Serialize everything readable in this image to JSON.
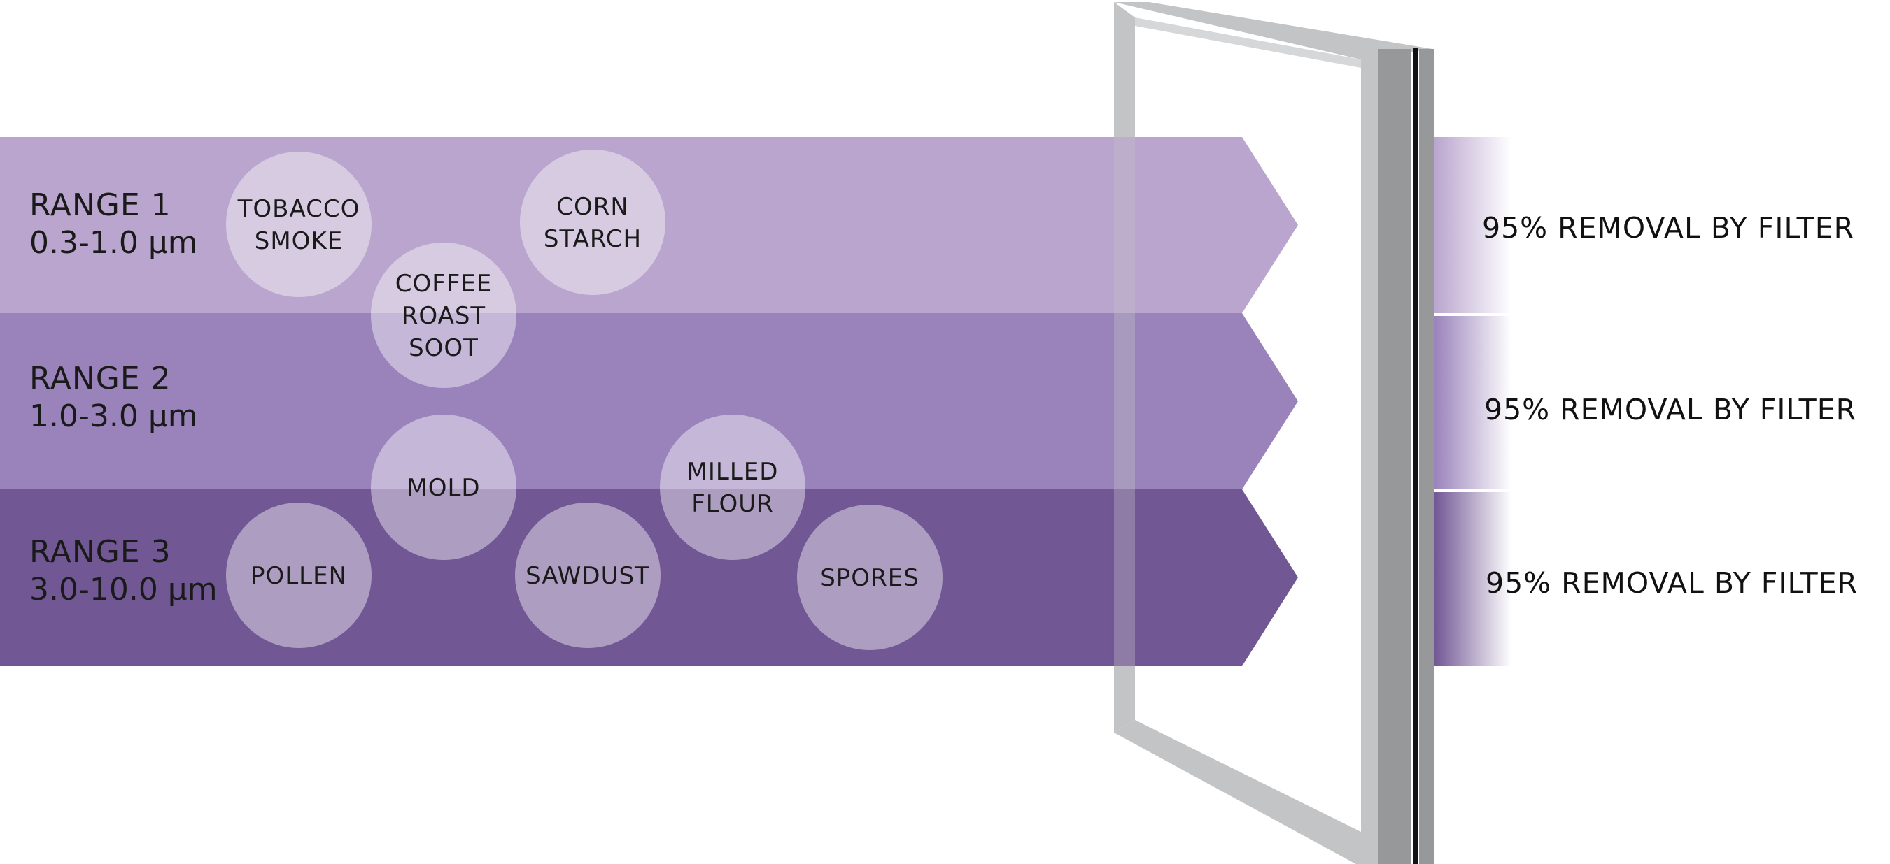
{
  "colors": {
    "band_1": "#baa5ce",
    "band_2": "#9a83bb",
    "band_3": "#725795",
    "circle_light": "#ffffff",
    "frame_light": "#c3c4c6",
    "frame_dark": "#97989a",
    "frame_black": "#111111",
    "text": "#1a1a1a"
  },
  "ranges": [
    {
      "name": "RANGE 1",
      "size": "0.3-1.0 µm",
      "removal": "95% REMOVAL BY FILTER"
    },
    {
      "name": "RANGE 2",
      "size": "1.0-3.0 µm",
      "removal": "95% REMOVAL BY FILTER"
    },
    {
      "name": "RANGE 3",
      "size": "3.0-10.0 µm",
      "removal": "95% REMOVAL BY FILTER"
    }
  ],
  "particles": [
    {
      "id": "tobacco-smoke",
      "lines": [
        "TOBACCO",
        "SMOKE"
      ]
    },
    {
      "id": "corn-starch",
      "lines": [
        "CORN",
        "STARCH"
      ]
    },
    {
      "id": "coffee-roast-soot",
      "lines": [
        "COFFEE",
        "ROAST",
        "SOOT"
      ]
    },
    {
      "id": "mold",
      "lines": [
        "MOLD"
      ]
    },
    {
      "id": "milled-flour",
      "lines": [
        "MILLED",
        "FLOUR"
      ]
    },
    {
      "id": "pollen",
      "lines": [
        "POLLEN"
      ]
    },
    {
      "id": "sawdust",
      "lines": [
        "SAWDUST"
      ]
    },
    {
      "id": "spores",
      "lines": [
        "SPORES"
      ]
    }
  ]
}
